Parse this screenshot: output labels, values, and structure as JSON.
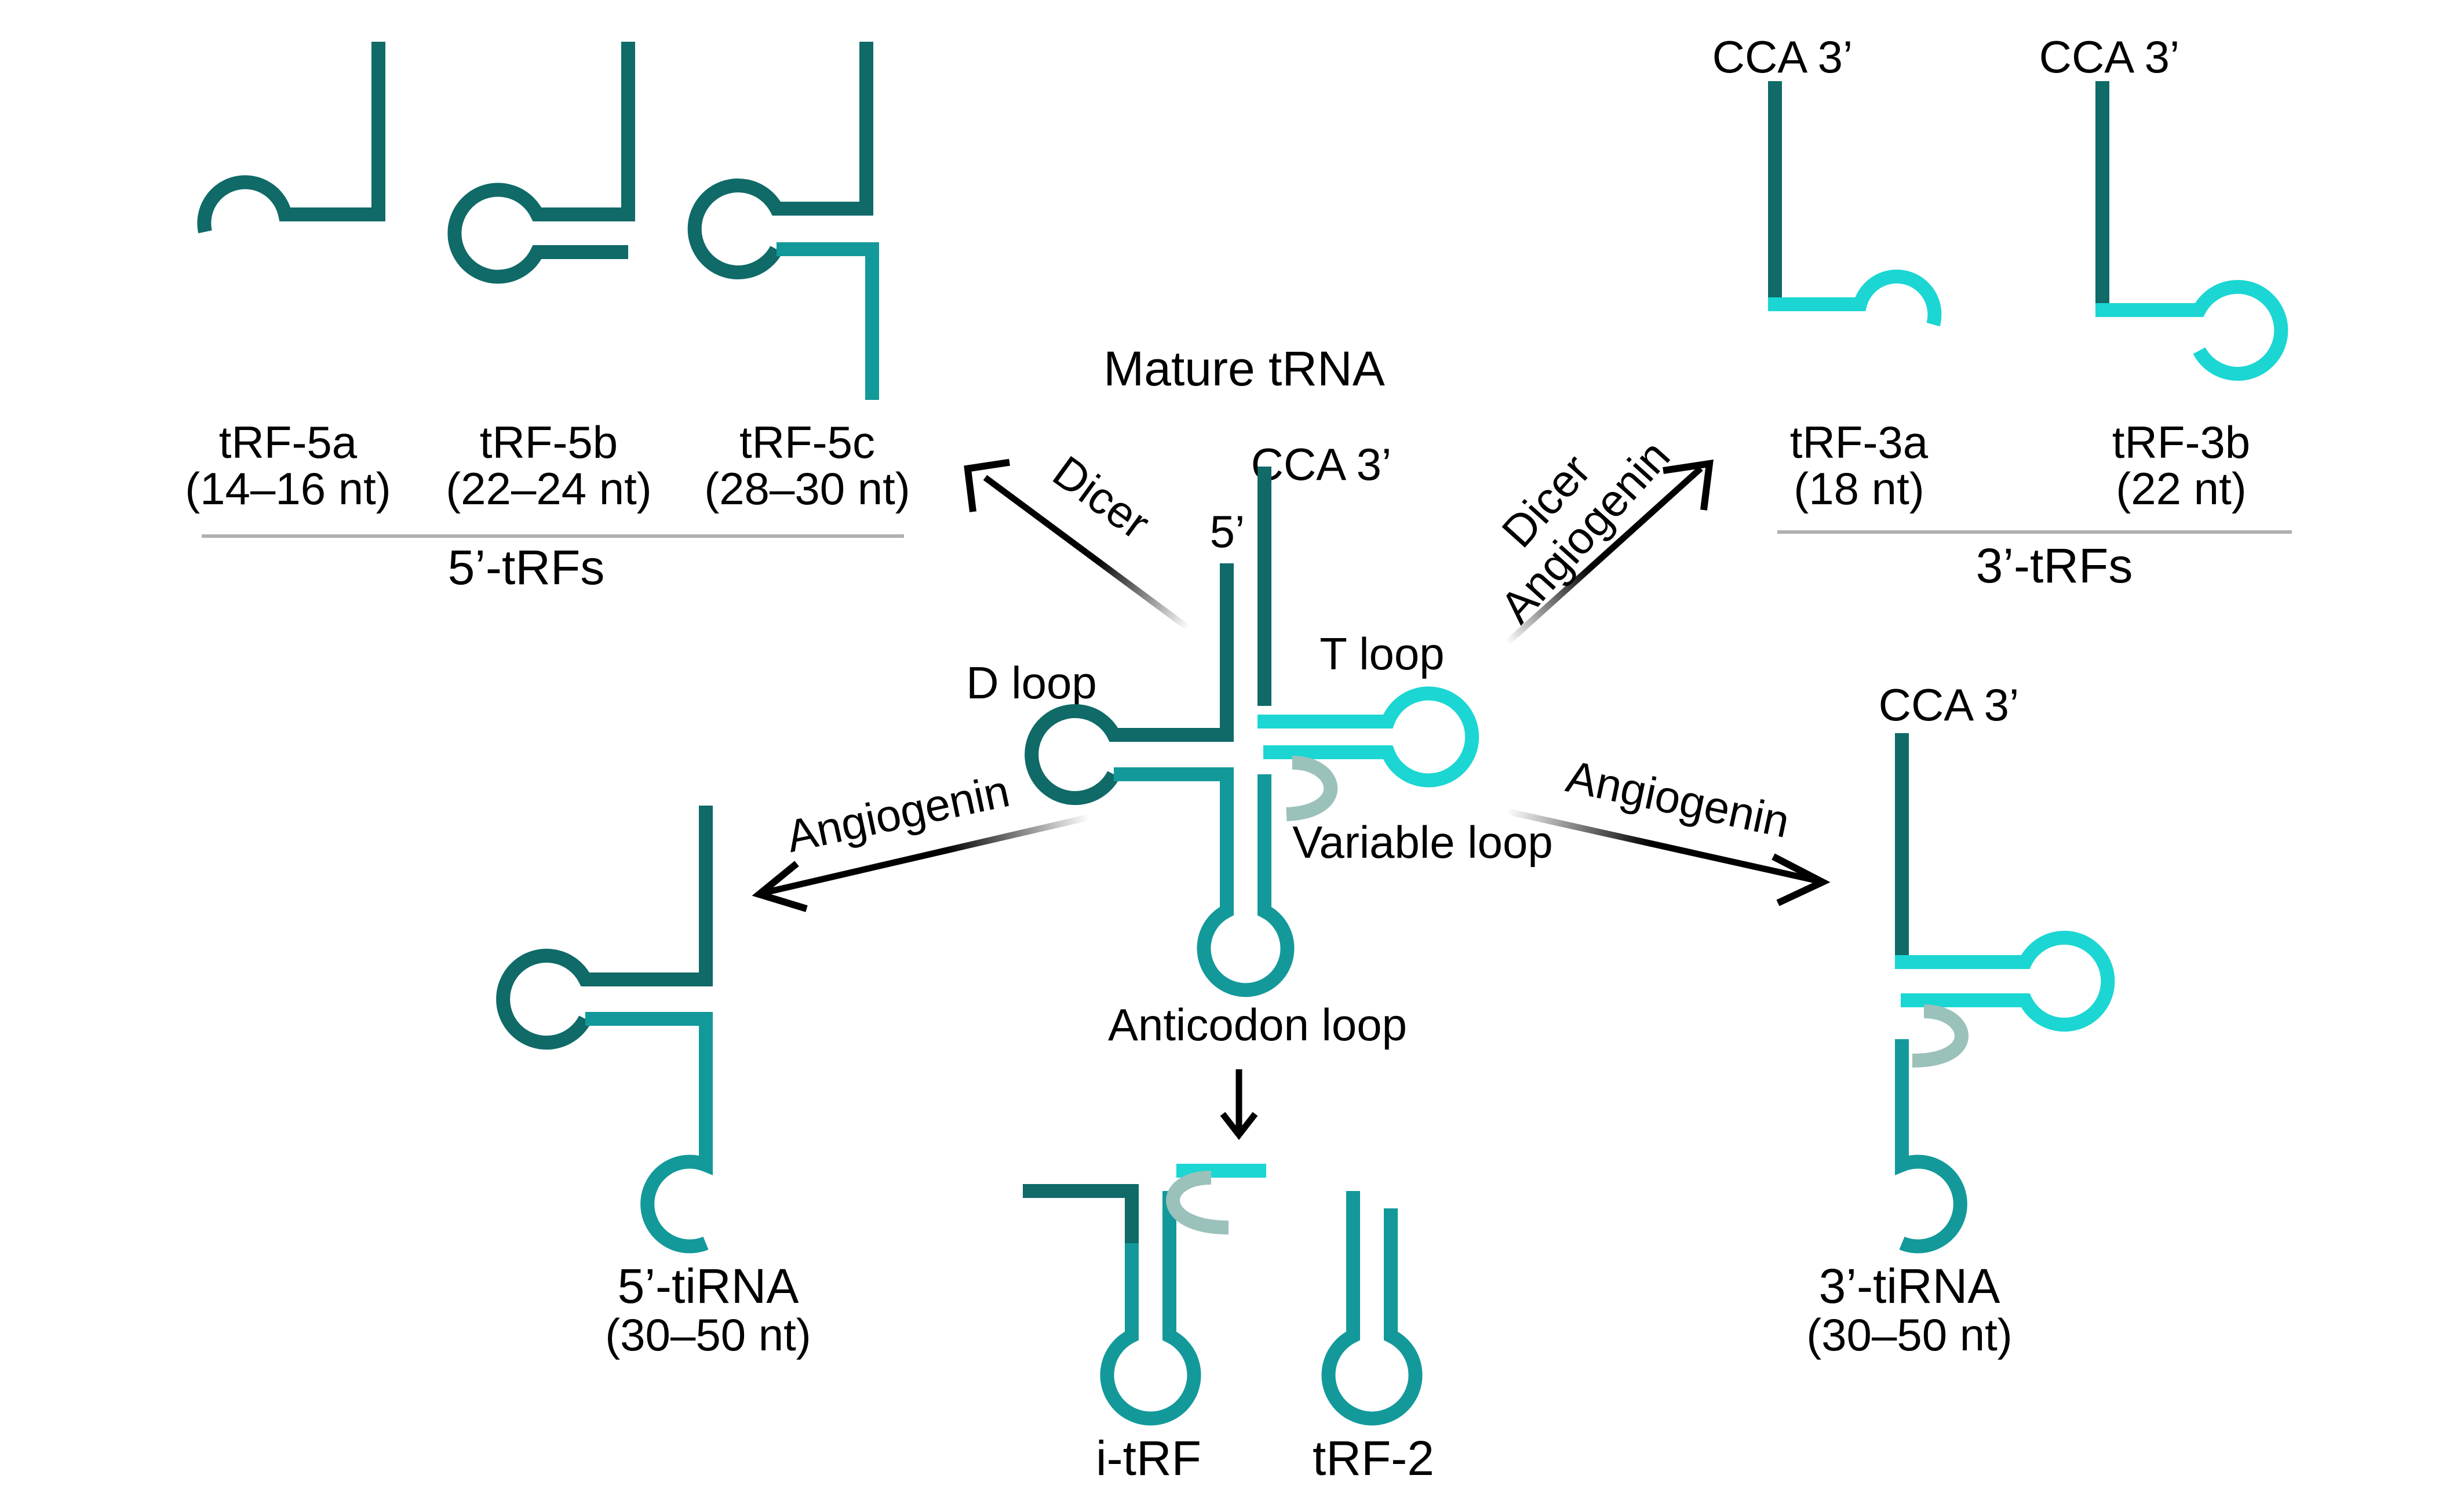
{
  "title": "Mature tRNA",
  "colors": {
    "dark_teal": "#0f6a68",
    "medium_teal": "#13999a",
    "light_cyan": "#1bd6d3",
    "gray_green": "#9bc1bb",
    "arrow": "#000000"
  },
  "center": {
    "label_5prime": "5’",
    "label_3prime": "CCA 3’",
    "d_loop": "D loop",
    "t_loop": "T loop",
    "variable_loop": "Variable loop",
    "anticodon_loop": "Anticodon loop"
  },
  "enzymes": {
    "dicer": "Dicer",
    "dicer2": "Dicer",
    "angiogenin": "Angiogenin",
    "angiogenin_left": "Angiogenin",
    "angiogenin_right": "Angiogenin"
  },
  "trf5": {
    "group_label": "5’-tRFs",
    "items": [
      {
        "name": "tRF-5a",
        "length": "(14–16 nt)"
      },
      {
        "name": "tRF-5b",
        "length": "(22–24 nt)"
      },
      {
        "name": "tRF-5c",
        "length": "(28–30 nt)"
      }
    ]
  },
  "trf3": {
    "group_label": "3’-tRFs",
    "cca_a": "CCA 3’",
    "cca_b": "CCA 3’",
    "items": [
      {
        "name": "tRF-3a",
        "length": "(18 nt)"
      },
      {
        "name": "tRF-3b",
        "length": "(22 nt)"
      }
    ]
  },
  "tirna5": {
    "name": "5’-tiRNA",
    "length": "(30–50 nt)"
  },
  "tirna3": {
    "name": "3’-tiRNA",
    "length": "(30–50 nt)",
    "cca": "CCA 3’"
  },
  "itrf": {
    "name": "i-tRF"
  },
  "trf2": {
    "name": "tRF-2"
  }
}
